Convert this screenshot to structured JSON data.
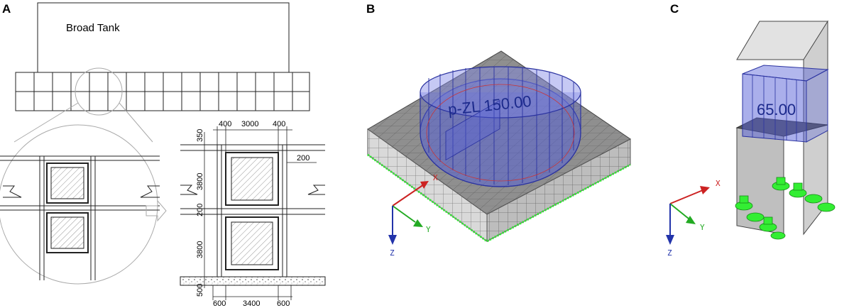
{
  "panels": {
    "a": {
      "letter": "A",
      "tank_label": "Broad Tank",
      "dims_top": [
        "400",
        "3000",
        "400"
      ],
      "dims_left": [
        "350",
        "3800",
        "200",
        "3800",
        "500"
      ],
      "dim_right": "200",
      "dims_bottom": [
        "600",
        "3400",
        "600"
      ]
    },
    "b": {
      "letter": "B",
      "load_label": "p-ZL 150.00",
      "axes": {
        "x": "X",
        "y": "Y",
        "z": "Z"
      }
    },
    "c": {
      "letter": "C",
      "load_label": "65.00",
      "axes": {
        "x": "X",
        "y": "Y",
        "z": "Z"
      }
    }
  },
  "colors": {
    "axis_x": "#cc2222",
    "axis_y": "#22aa22",
    "axis_z": "#2233aa",
    "load_fill": "#5560d8",
    "mesh_top": "#8f8f8f",
    "support": "#33ee33"
  }
}
